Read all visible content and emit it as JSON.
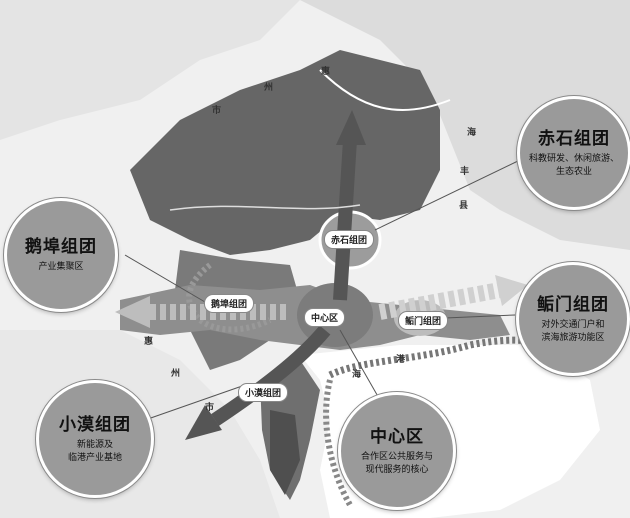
{
  "callouts": {
    "chishi": {
      "title": "赤石组团",
      "desc": [
        "科教研发、休闲旅游、",
        "生态农业"
      ]
    },
    "epu": {
      "title": "鹅埠组团",
      "desc": [
        "产业集聚区"
      ]
    },
    "xiaomo": {
      "title": "小漠组团",
      "desc": [
        "新能源及",
        "临港产业基地"
      ]
    },
    "zhongxin": {
      "title": "中心区",
      "desc": [
        "合作区公共服务与",
        "现代服务的核心"
      ]
    },
    "zhumen": {
      "title": "鲘门组团",
      "desc": [
        "对外交通门户和",
        "滨海旅游功能区"
      ]
    }
  },
  "map_labels": {
    "chishi": "赤石组团",
    "epu": "鹅埠组团",
    "zhongxin": "中心区",
    "zhumen": "鲘门组团",
    "xiaomo": "小漠组团"
  },
  "place_chars": {
    "hui_top": "惠",
    "zhou_top": "州",
    "shi_top": "市",
    "hai": "海",
    "feng": "丰",
    "xian": "县",
    "hui_bottom": "惠",
    "zhou_bottom": "州",
    "shi_bottom": "市",
    "hai_sea": "海",
    "gang": "港"
  },
  "colors": {
    "mountain": "#6a6a6a",
    "urban": "#8c8c8c",
    "arrow": "#555555",
    "callout": "#9a9a9a",
    "water": "#ffffff"
  }
}
